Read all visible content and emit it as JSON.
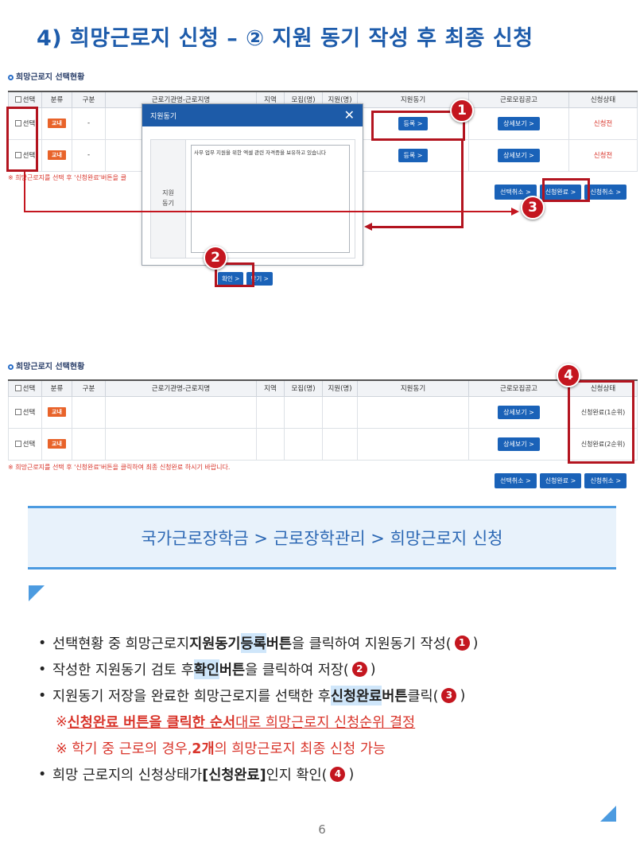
{
  "page": {
    "title": "4) 희망근로지 신청 – ② 지원 동기 작성 후 최종 신청",
    "number": "6"
  },
  "colors": {
    "title": "#1e5cab",
    "accent_red": "#b3141f",
    "button_blue": "#1a62b8",
    "tag_orange": "#e8632a",
    "bar_blue": "#4c9be0"
  },
  "screen1": {
    "section_title": "희망근로지 선택현황",
    "headers": [
      "선택",
      "분류",
      "구분",
      "근로기관명-근로지명",
      "지역",
      "모집(명)",
      "지원(명)",
      "지원동기",
      "근로모집공고",
      "신청상태"
    ],
    "rows": [
      {
        "select": "선택",
        "tag": "교내",
        "type": "-",
        "motive_btn": "등록 >",
        "notice_btn": "상세보기 >",
        "status": "신청전"
      },
      {
        "select": "선택",
        "tag": "교내",
        "type": "-",
        "motive_btn": "등록 >",
        "notice_btn": "상세보기 >",
        "status": "신청전"
      }
    ],
    "note": "※ 희망근로지를 선택 후 '신청완료'버튼을 클",
    "buttons": {
      "deselect": "선택취소 >",
      "complete": "신청완료 >",
      "cancel": "신청취소 >"
    }
  },
  "modal": {
    "title": "지원동기",
    "close": "✕",
    "label_line1": "지원",
    "label_line2": "동기",
    "text": "사무 업무 지원을 위한 엑셀 관련 자격증을 보유하고 있습니다",
    "confirm": "확인 >",
    "close_btn": "닫기 >"
  },
  "markers": [
    "1",
    "2",
    "3",
    "4"
  ],
  "screen2": {
    "section_title": "희망근로지 선택현황",
    "headers": [
      "선택",
      "분류",
      "구분",
      "근로기관명-근로지명",
      "지역",
      "모집(명)",
      "지원(명)",
      "지원동기",
      "근로모집공고",
      "신청상태"
    ],
    "rows": [
      {
        "select": "선택",
        "tag": "교내",
        "notice_btn": "상세보기 >",
        "status": "신청완료(1순위)"
      },
      {
        "select": "선택",
        "tag": "교내",
        "notice_btn": "상세보기 >",
        "status": "신청완료(2순위)"
      }
    ],
    "note": "※ 희망근로지를 선택 후 '신청완료'버튼을 클릭하여 최종 신청완료 하시기 바랍니다.",
    "buttons": {
      "deselect": "선택취소 >",
      "complete": "신청완료 >",
      "cancel": "신청취소 >"
    }
  },
  "breadcrumb": "국가근로장학금 > 근로장학관리 > 희망근로지 신청",
  "instructions": {
    "b1": {
      "pre": "선택현황 중 희망근로지 ",
      "bold1": "지원동기",
      "hl": "등록",
      "bold2": " 버튼",
      "post": "을 클릭하여 지원동기 작성(",
      "num": "1",
      "end": ")"
    },
    "b2": {
      "pre": "작성한 지원동기 검토 후 ",
      "hl": "확인",
      "bold": " 버튼",
      "post": "을 클릭하여 저장(",
      "num": "2",
      "end": ")"
    },
    "b3": {
      "pre": "지원동기 저장을 완료한 희망근로지를 선택한 후 ",
      "hl": "신청완료",
      "bold": " 버튼",
      "post": " 클릭(",
      "num": "3",
      "end": ")"
    },
    "n1": {
      "mark": "※ ",
      "bold": "신청완료 버튼을 클릭한 순서",
      "rest": "대로 희망근로지 신청순위 결정"
    },
    "n2": {
      "pre": "※ 학기 중 근로의 경우, ",
      "bold": "2개",
      "rest": "의 희망근로지 최종 신청 가능"
    },
    "b4": {
      "pre": "희망 근로지의 신청상태가 ",
      "bold": "[신청완료]",
      "post": "인지 확인(",
      "num": "4",
      "end": ")"
    }
  }
}
